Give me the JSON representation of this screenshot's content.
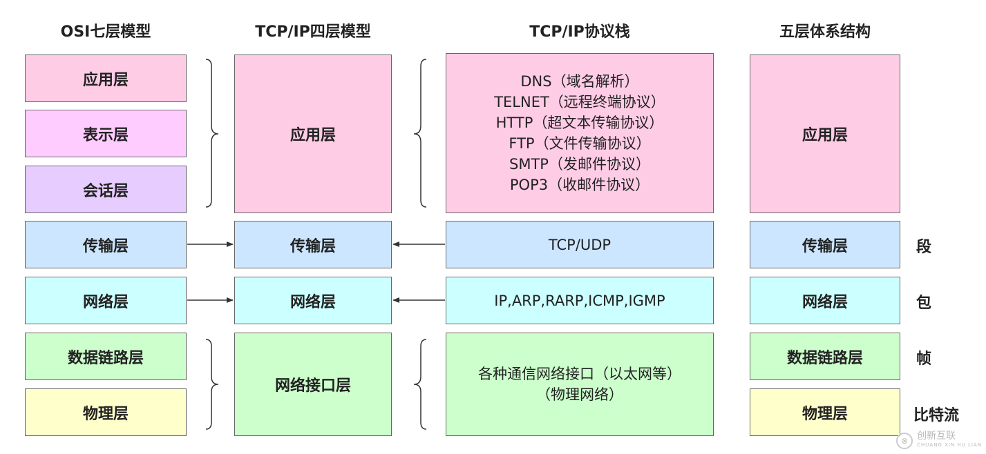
{
  "titles": {
    "osi": "OSI七层模型",
    "tcpip4": "TCP/IP四层模型",
    "stack": "TCP/IP协议栈",
    "five": "五层体系结构"
  },
  "osi_layers": [
    "应用层",
    "表示层",
    "会话层",
    "传输层",
    "网络层",
    "数据链路层",
    "物理层"
  ],
  "tcpip_layers": [
    "应用层",
    "传输层",
    "网络层",
    "网络接口层"
  ],
  "stack": {
    "application": [
      "DNS（域名解析）",
      "TELNET（远程终端协议）",
      "HTTP（超文本传输协议）",
      "FTP（文件传输协议）",
      "SMTP（发邮件协议）",
      "POP3（收邮件协议）"
    ],
    "transport": "TCP/UDP",
    "network": "IP,ARP,RARP,ICMP,IGMP",
    "link": [
      "各种通信网络接口（以太网等）",
      "（物理网络）"
    ]
  },
  "five_layers": [
    "应用层",
    "传输层",
    "网络层",
    "数据链路层",
    "物理层"
  ],
  "pdu": [
    "段",
    "包",
    "帧",
    "比特流"
  ],
  "watermark": {
    "name": "创新互联",
    "sub": "CHUANG XIN HU LIAN",
    "logo": "⊗"
  }
}
